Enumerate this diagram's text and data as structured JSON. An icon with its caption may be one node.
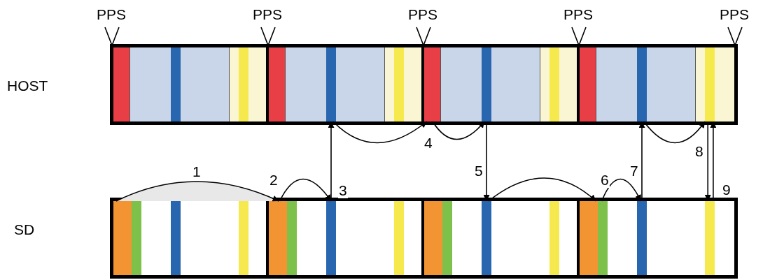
{
  "diagram": {
    "nodes": [
      {
        "text": [],
        "shape": "box"
      },
      {
        "text": [],
        "shape": "box",
        "in": 0
      },
      {
        "text": [],
        "shape": "bar",
        "in": 1
      },
      {
        "text": [],
        "shape": "bar",
        "in": 1
      },
      {
        "text": [],
        "shape": "bar",
        "in": 1
      },
      {
        "text": [],
        "shape": "bar",
        "in": 4
      },
      {
        "text": [],
        "shape": "box",
        "in": 0
      },
      {
        "text": [],
        "shape": "bar",
        "in": 6
      },
      {
        "text": [],
        "shape": "bar",
        "in": 6
      },
      {
        "text": [],
        "shape": "bar",
        "in": 6
      },
      {
        "text": [],
        "shape": "bar",
        "in": 9
      },
      {
        "text": [],
        "shape": "box",
        "in": 0
      },
      {
        "text": [],
        "shape": "bar",
        "in": 11
      },
      {
        "text": [],
        "shape": "bar",
        "in": 11
      },
      {
        "text": [],
        "shape": "bar",
        "in": 11
      },
      {
        "text": [],
        "shape": "bar",
        "in": 14
      },
      {
        "text": [],
        "shape": "box",
        "in": 0
      },
      {
        "text": [],
        "shape": "bar",
        "in": 16
      },
      {
        "text": [],
        "shape": "bar",
        "in": 16
      },
      {
        "text": [],
        "shape": "bar",
        "in": 16
      },
      {
        "text": [],
        "shape": "bar",
        "in": 19
      },
      {
        "text": [],
        "shape": "box"
      },
      {
        "text": [],
        "shape": "box",
        "in": 21
      },
      {
        "text": [],
        "shape": "bar",
        "in": 22
      },
      {
        "text": [],
        "shape": "bar",
        "in": 22
      },
      {
        "text": [],
        "shape": "bar",
        "in": 22
      },
      {
        "text": [],
        "shape": "bar",
        "in": 22
      },
      {
        "text": [],
        "shape": "box",
        "in": 21
      },
      {
        "text": [],
        "shape": "bar",
        "in": 27
      },
      {
        "text": [],
        "shape": "bar",
        "in": 27
      },
      {
        "text": [],
        "shape": "bar",
        "in": 27
      },
      {
        "text": [],
        "shape": "bar",
        "in": 27
      },
      {
        "text": [],
        "shape": "box",
        "in": 21
      },
      {
        "text": [],
        "shape": "bar",
        "in": 32
      },
      {
        "text": [],
        "shape": "bar",
        "in": 32
      },
      {
        "text": [],
        "shape": "bar",
        "in": 32
      },
      {
        "text": [],
        "shape": "bar",
        "in": 32
      },
      {
        "text": [],
        "shape": "box",
        "in": 21
      },
      {
        "text": [],
        "shape": "bar",
        "in": 37
      },
      {
        "text": [],
        "shape": "bar",
        "in": 37
      },
      {
        "text": [],
        "shape": "bar",
        "in": 37
      },
      {
        "text": [],
        "shape": "bar",
        "in": 37
      }
    ],
    "edges": [
      {
        "from": 23,
        "to": 28,
        "arrow": "to",
        "label": "1"
      },
      {
        "from": 28,
        "to": 30,
        "arrow": "to",
        "label": "2"
      },
      {
        "from": 30,
        "to": 8,
        "arrow": "to",
        "label": "3"
      },
      {
        "from": 8,
        "to": 12,
        "arrow": "to",
        "label": "4"
      },
      {
        "from": 12,
        "to": 13,
        "arrow": "to"
      },
      {
        "from": 13,
        "to": 35,
        "arrow": "to",
        "label": "5"
      },
      {
        "from": 35,
        "to": 38,
        "arrow": "to"
      },
      {
        "from": 39,
        "to": 40,
        "arrow": "to",
        "label": "6"
      },
      {
        "from": 40,
        "to": 18,
        "arrow": "to",
        "label": "7"
      },
      {
        "from": 18,
        "to": 20,
        "arrow": "to"
      },
      {
        "from": 20,
        "to": 41,
        "arrow": "to",
        "label": "8"
      },
      {
        "from": 41,
        "to": 20,
        "arrow": "to",
        "label": "9"
      }
    ],
    "labels": [
      "PPS",
      "PPS",
      "PPS",
      "PPS",
      "PPS",
      "HOST",
      "SD"
    ]
  }
}
